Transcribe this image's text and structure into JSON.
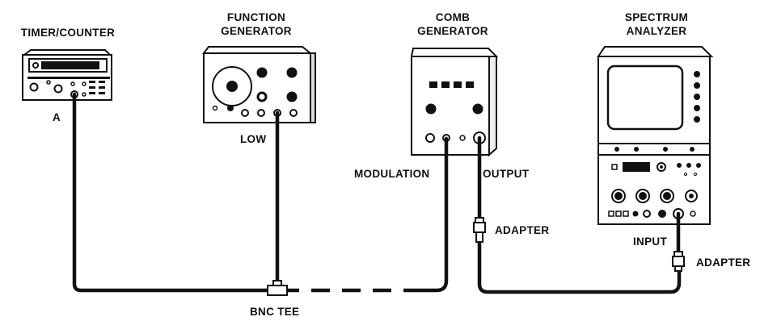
{
  "instruments": {
    "timer_counter": {
      "title": "TIMER/COUNTER",
      "port_label": "A"
    },
    "function_generator": {
      "title_line1": "FUNCTION",
      "title_line2": "GENERATOR",
      "port_label": "LOW"
    },
    "comb_generator": {
      "title_line1": "COMB",
      "title_line2": "GENERATOR",
      "port_modulation": "MODULATION",
      "port_output": "OUTPUT"
    },
    "spectrum_analyzer": {
      "title_line1": "SPECTRUM",
      "title_line2": "ANALYZER",
      "port_label": "INPUT"
    }
  },
  "connectors": {
    "adapter_1": "ADAPTER",
    "adapter_2": "ADAPTER",
    "bnc_tee": "BNC TEE"
  }
}
